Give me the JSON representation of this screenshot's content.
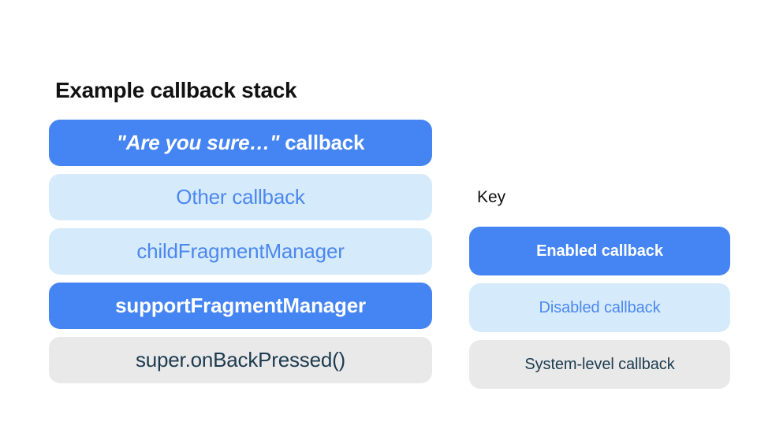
{
  "title": "Example callback stack",
  "colors": {
    "enabled_bg": "#4484F3",
    "enabled_text": "#FFFFFF",
    "disabled_bg": "#D5EBFB",
    "disabled_text": "#4C87F0",
    "system_bg": "#E9E9EA",
    "system_text": "#1D3B4E",
    "title_text": "#111111",
    "page_bg": "#FFFFFF"
  },
  "stack": {
    "items": [
      {
        "label_italic": "\"Are you sure…\"",
        "label_rest": " callback",
        "type": "enabled"
      },
      {
        "label": "Other callback",
        "type": "disabled"
      },
      {
        "label": "childFragmentManager",
        "type": "disabled"
      },
      {
        "label": "supportFragmentManager",
        "type": "enabled"
      },
      {
        "label": "super.onBackPressed()",
        "type": "system"
      }
    ]
  },
  "key": {
    "heading": "Key",
    "items": [
      {
        "label": "Enabled callback",
        "type": "enabled"
      },
      {
        "label": "Disabled callback",
        "type": "disabled"
      },
      {
        "label": "System-level callback",
        "type": "system"
      }
    ]
  }
}
